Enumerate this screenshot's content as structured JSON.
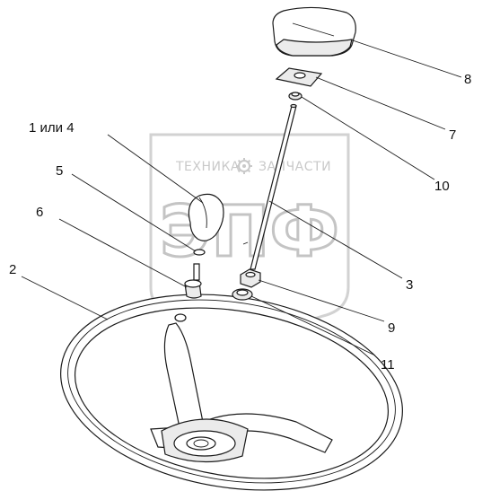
{
  "watermark": {
    "caption_left": "ТЕХНИКА",
    "caption_right": "ЗАПЧАСТИ",
    "monogram": "ЭПФ"
  },
  "parts": [
    {
      "id": "p8",
      "label": "8"
    },
    {
      "id": "p7",
      "label": "7"
    },
    {
      "id": "p10",
      "label": "10"
    },
    {
      "id": "p1or4",
      "label": "1 или 4"
    },
    {
      "id": "p5",
      "label": "5"
    },
    {
      "id": "p6",
      "label": "6"
    },
    {
      "id": "p3",
      "label": "3"
    },
    {
      "id": "p2",
      "label": "2"
    },
    {
      "id": "p9",
      "label": "9"
    },
    {
      "id": "p11",
      "label": "11"
    }
  ],
  "icons": [
    "gear-icon"
  ],
  "colors": {
    "line": "#1a1a1a",
    "watermark": "#c9c9c9"
  }
}
